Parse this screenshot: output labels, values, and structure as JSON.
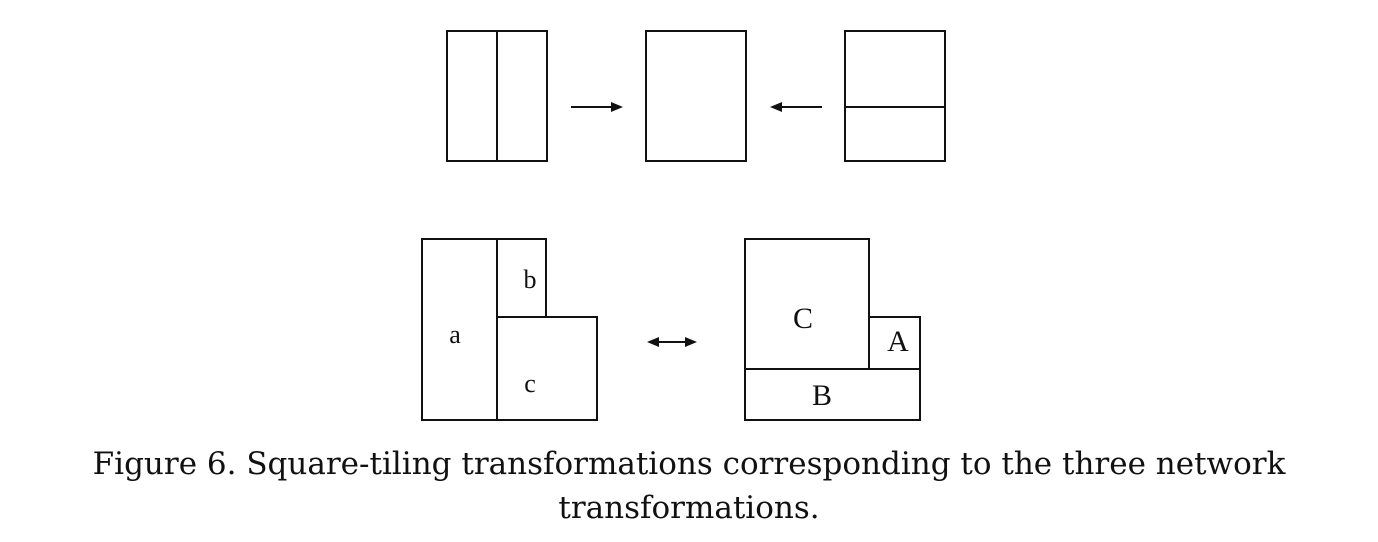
{
  "figure": {
    "top_row": {
      "left_tiling": "two vertical strips",
      "center_tiling": "single rectangle",
      "right_tiling": "two horizontal strips",
      "left_arrow": "right-arrow",
      "right_arrow": "left-arrow"
    },
    "bottom_row": {
      "left_labels": {
        "a": "a",
        "b": "b",
        "c": "c"
      },
      "right_labels": {
        "C": "C",
        "A": "A",
        "B": "B"
      },
      "middle_arrow": "double-arrow"
    }
  },
  "caption": {
    "text": "Figure 6. Square-tiling transformations corresponding to the three network transformations."
  }
}
